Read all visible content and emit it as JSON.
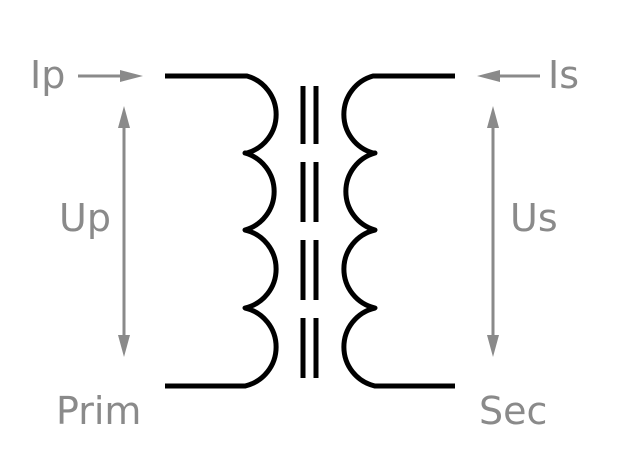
{
  "labels": {
    "primary_current": "Ip",
    "secondary_current": "Is",
    "primary_voltage": "Up",
    "secondary_voltage": "Us",
    "primary_winding": "Prim",
    "secondary_winding": "Sec"
  },
  "colors": {
    "wire": "#000000",
    "annotation": "#8a8a8a",
    "background": "#ffffff"
  }
}
